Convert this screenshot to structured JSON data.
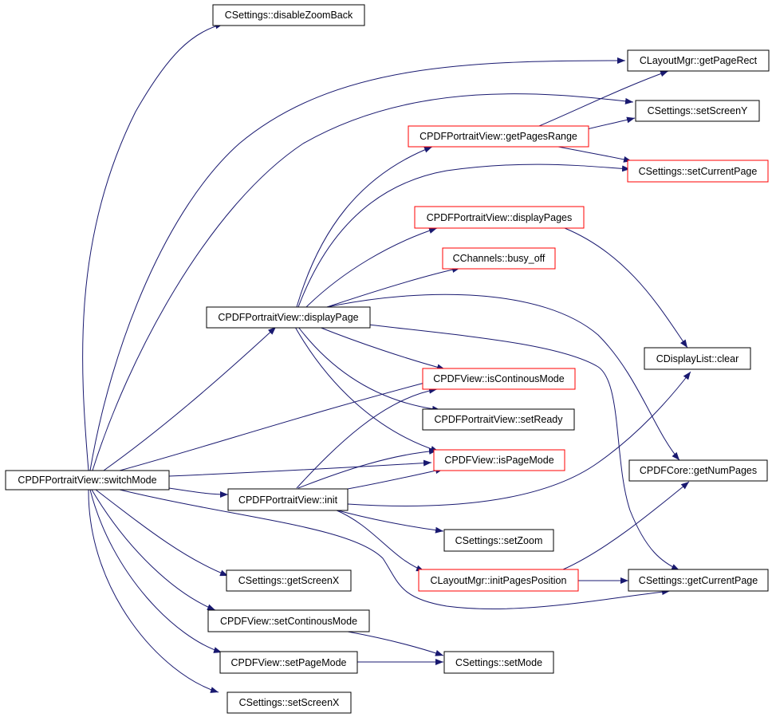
{
  "colors": {
    "edge": "#191970",
    "border_default": "#000000",
    "border_truncated": "#ff0000",
    "root_fill": "#bfbfbf",
    "node_fill": "#ffffff",
    "text": "#000000"
  },
  "nodes": {
    "switch_mode": {
      "label": "CPDFPortraitView::switchMode",
      "style": "root"
    },
    "disable_zoom_back": {
      "label": "CSettings::disableZoomBack",
      "style": "default"
    },
    "get_page_rect": {
      "label": "CLayoutMgr::getPageRect",
      "style": "default"
    },
    "set_screen_y": {
      "label": "CSettings::setScreenY",
      "style": "default"
    },
    "get_pages_range": {
      "label": "CPDFPortraitView::getPagesRange",
      "style": "truncated"
    },
    "set_current_page": {
      "label": "CSettings::setCurrentPage",
      "style": "truncated"
    },
    "display_pages": {
      "label": "CPDFPortraitView::displayPages",
      "style": "truncated"
    },
    "busy_off": {
      "label": "CChannels::busy_off",
      "style": "truncated"
    },
    "display_page": {
      "label": "CPDFPortraitView::displayPage",
      "style": "default"
    },
    "display_list_clear": {
      "label": "CDisplayList::clear",
      "style": "default"
    },
    "is_continous_mode": {
      "label": "CPDFView::isContinousMode",
      "style": "truncated"
    },
    "set_ready": {
      "label": "CPDFPortraitView::setReady",
      "style": "default"
    },
    "is_page_mode": {
      "label": "CPDFView::isPageMode",
      "style": "truncated"
    },
    "get_num_pages": {
      "label": "CPDFCore::getNumPages",
      "style": "default"
    },
    "init": {
      "label": "CPDFPortraitView::init",
      "style": "default"
    },
    "set_zoom": {
      "label": "CSettings::setZoom",
      "style": "default"
    },
    "get_screen_x": {
      "label": "CSettings::getScreenX",
      "style": "default"
    },
    "init_pages_position": {
      "label": "CLayoutMgr::initPagesPosition",
      "style": "truncated"
    },
    "get_current_page": {
      "label": "CSettings::getCurrentPage",
      "style": "default"
    },
    "set_continous_mode": {
      "label": "CPDFView::setContinousMode",
      "style": "default"
    },
    "set_page_mode": {
      "label": "CPDFView::setPageMode",
      "style": "default"
    },
    "set_mode": {
      "label": "CSettings::setMode",
      "style": "default"
    },
    "set_screen_x": {
      "label": "CSettings::setScreenX",
      "style": "default"
    }
  },
  "edges": [
    {
      "from": "switch_mode",
      "to": "disable_zoom_back"
    },
    {
      "from": "switch_mode",
      "to": "get_page_rect"
    },
    {
      "from": "switch_mode",
      "to": "set_screen_y"
    },
    {
      "from": "switch_mode",
      "to": "display_page"
    },
    {
      "from": "switch_mode",
      "to": "is_continous_mode"
    },
    {
      "from": "switch_mode",
      "to": "is_page_mode"
    },
    {
      "from": "switch_mode",
      "to": "init"
    },
    {
      "from": "switch_mode",
      "to": "get_screen_x"
    },
    {
      "from": "switch_mode",
      "to": "get_current_page"
    },
    {
      "from": "switch_mode",
      "to": "set_continous_mode"
    },
    {
      "from": "switch_mode",
      "to": "set_page_mode"
    },
    {
      "from": "switch_mode",
      "to": "set_screen_x"
    },
    {
      "from": "display_page",
      "to": "get_pages_range"
    },
    {
      "from": "display_page",
      "to": "set_current_page"
    },
    {
      "from": "display_page",
      "to": "display_pages"
    },
    {
      "from": "display_page",
      "to": "busy_off"
    },
    {
      "from": "display_page",
      "to": "get_num_pages"
    },
    {
      "from": "display_page",
      "to": "is_continous_mode"
    },
    {
      "from": "display_page",
      "to": "set_ready"
    },
    {
      "from": "display_page",
      "to": "is_page_mode"
    },
    {
      "from": "display_page",
      "to": "get_current_page"
    },
    {
      "from": "get_pages_range",
      "to": "get_page_rect"
    },
    {
      "from": "get_pages_range",
      "to": "set_screen_y"
    },
    {
      "from": "get_pages_range",
      "to": "set_current_page"
    },
    {
      "from": "display_pages",
      "to": "display_list_clear"
    },
    {
      "from": "init",
      "to": "is_continous_mode"
    },
    {
      "from": "init",
      "to": "is_page_mode"
    },
    {
      "from": "init",
      "to": "display_list_clear"
    },
    {
      "from": "init",
      "to": "set_zoom"
    },
    {
      "from": "init",
      "to": "init_pages_position"
    },
    {
      "from": "init_pages_position",
      "to": "get_num_pages"
    },
    {
      "from": "init_pages_position",
      "to": "get_current_page"
    },
    {
      "from": "set_continous_mode",
      "to": "set_mode"
    },
    {
      "from": "set_page_mode",
      "to": "set_mode"
    }
  ]
}
